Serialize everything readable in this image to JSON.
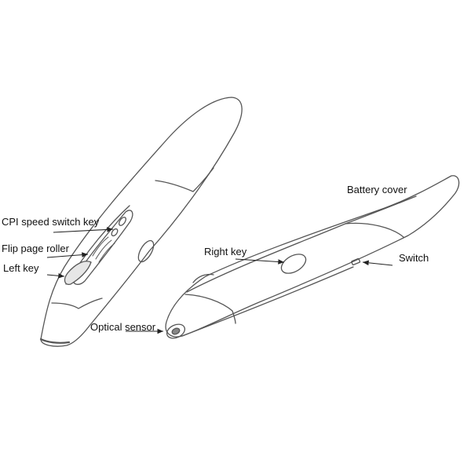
{
  "diagram": {
    "labels": {
      "cpi_speed_switch_key": "CPI speed switch key",
      "flip_page_roller": "Flip page roller",
      "left_key": "Left key",
      "battery_cover": "Battery cover",
      "right_key": "Right key",
      "switch": "Switch",
      "optical_sensor": "Optical sensor"
    },
    "colors": {
      "line": "#555555",
      "text": "#111111",
      "background": "#ffffff"
    }
  }
}
